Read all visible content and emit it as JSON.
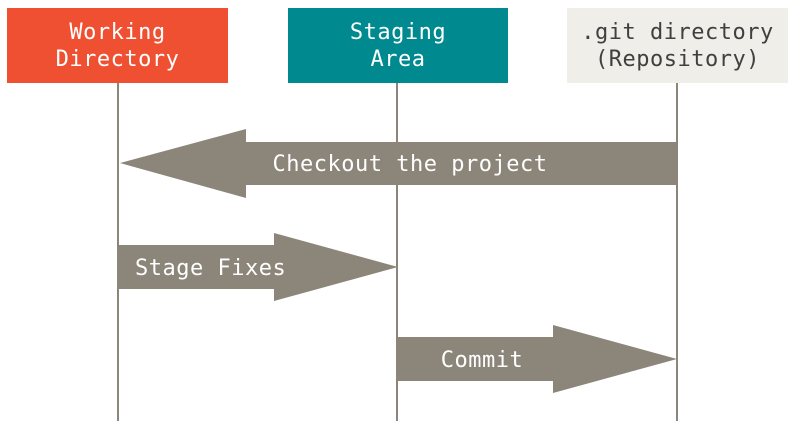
{
  "colors": {
    "working_directory_fill": "#f05032",
    "staging_area_fill": "#00898f",
    "repository_fill": "#efeee8",
    "repository_text": "#404040",
    "arrow_fill": "#8c857a",
    "arrow_text": "#ffffff",
    "lifeline": "#8c857a",
    "background": "#ffffff"
  },
  "columns": {
    "working_directory": {
      "line1": "Working",
      "line2": "Directory"
    },
    "staging_area": {
      "line1": "Staging",
      "line2": "Area"
    },
    "repository": {
      "line1": ".git directory",
      "line2": "(Repository)"
    }
  },
  "arrows": {
    "checkout": {
      "label": "Checkout the project",
      "from": "repository",
      "to": "working_directory"
    },
    "stage": {
      "label": "Stage Fixes",
      "from": "working_directory",
      "to": "staging_area"
    },
    "commit": {
      "label": "Commit",
      "from": "staging_area",
      "to": "repository"
    }
  }
}
